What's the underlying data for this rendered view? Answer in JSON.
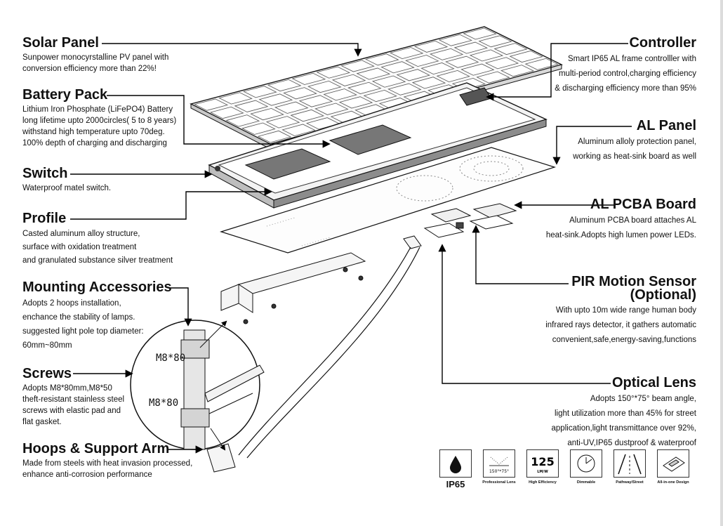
{
  "labels": {
    "solar_panel": {
      "title": "Solar Panel",
      "desc": "Sunpower monocyrstalline PV panel with\nconversion efficiency more than 22%!"
    },
    "battery_pack": {
      "title": "Battery Pack",
      "desc": "Lithium Iron Phosphate (LiFePO4) Battery\nlong lifetime upto 2000circles( 5 to 8 years)\nwithstand high temperature upto 70deg.\n100% depth of charging and discharging"
    },
    "switch": {
      "title": "Switch",
      "desc": "Waterproof matel switch."
    },
    "profile": {
      "title": "Profile",
      "desc": "Casted aluminum alloy structure,\nsurface with oxidation treatment\nand granulated substance silver treatment"
    },
    "mounting": {
      "title": "Mounting Accessories",
      "desc": "Adopts 2 hoops installation,\nenchance the stability of lamps.\nsuggested light pole top diameter:\n60mm~80mm"
    },
    "screws": {
      "title": "Screws",
      "desc": "Adopts M8*80mm,M8*50\ntheft-resistant stainless steel\nscrews with elastic pad and\nflat gasket."
    },
    "hoops": {
      "title": "Hoops & Support Arm",
      "desc": "Made from steels with heat invasion processed,\nenhance anti-corrosion performance"
    },
    "controller": {
      "title": "Controller",
      "desc": "Smart IP65 AL frame controlller with\nmulti-period control,charging efficiency\n& discharging efficiency more than 95%"
    },
    "al_panel": {
      "title": "AL Panel",
      "desc": "Aluminum alloly protection panel,\nworking as heat-sink board as well"
    },
    "al_pcba": {
      "title": "AL PCBA Board",
      "desc": "Aluminum PCBA board attaches AL\nheat-sink.Adopts high lumen power LEDs."
    },
    "pir": {
      "title": "PIR Motion Sensor\n(Optional)",
      "desc": "With upto 10m wide range human body\ninfrared rays detector, it gathers automatic\nconvenient,safe,energy-saving,functions"
    },
    "optical": {
      "title": "Optical Lens",
      "desc": "Adopts 150°*75° beam angle,\nlight utilization more than 45% for street\napplication,light transmittance over 92%,\nanti-UV,IP65 dustproof & waterproof"
    }
  },
  "screw_marks": [
    "M8*80",
    "M8*80"
  ],
  "icons": [
    {
      "name": "waterproof-drop-icon",
      "inner": "",
      "caption": "IP65"
    },
    {
      "name": "lens-angle-icon",
      "inner": "150°*75°",
      "caption": "Professional Lens"
    },
    {
      "name": "efficiency-icon",
      "inner": "125",
      "sub": "LM/W",
      "caption": "High Efficiency"
    },
    {
      "name": "dimmable-icon",
      "inner": "",
      "caption": "Dimmable"
    },
    {
      "name": "pathway-icon",
      "inner": "",
      "caption": "Pathway/Street"
    },
    {
      "name": "all-in-one-icon",
      "inner": "",
      "caption": "All-in-one Design"
    }
  ]
}
